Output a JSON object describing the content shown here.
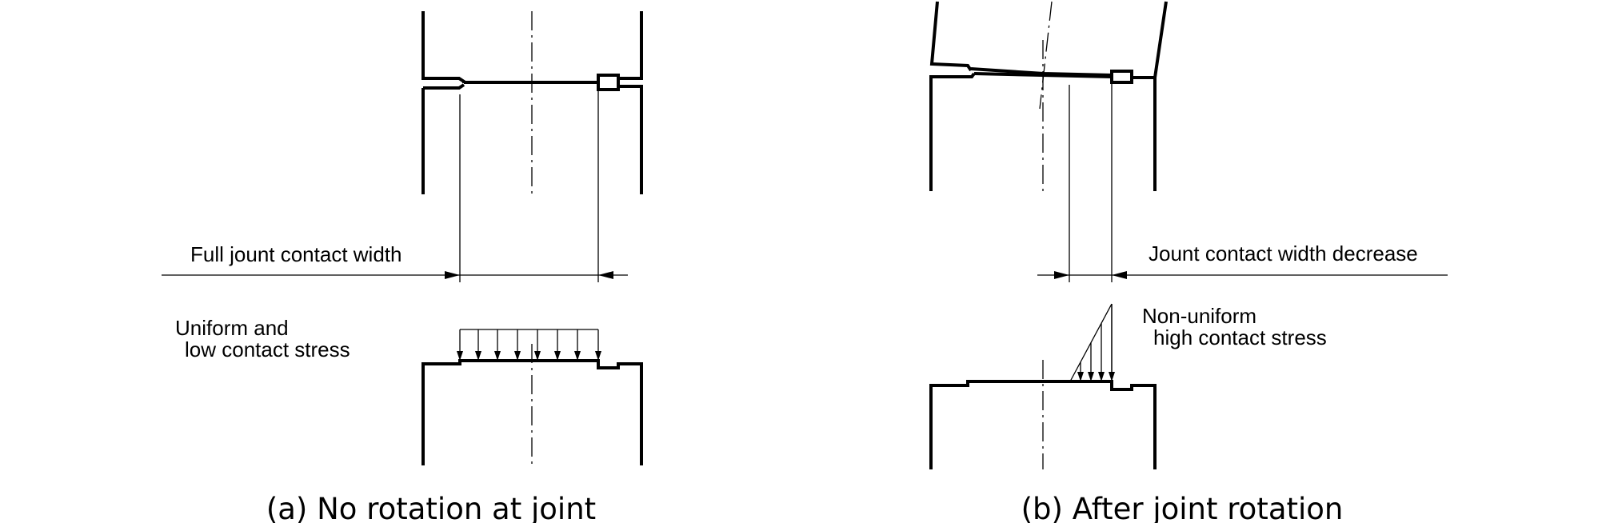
{
  "panel_a": {
    "width_label": "Full jount contact width",
    "stress_label_line1": "Uniform and",
    "stress_label_line2": "low contact stress",
    "caption": "(a) No rotation at joint"
  },
  "panel_b": {
    "width_label": "Jount contact width decrease",
    "stress_label_line1": "Non-uniform",
    "stress_label_line2": "high contact stress",
    "caption": "(b) After joint rotation"
  },
  "colors": {
    "ink": "#000000",
    "background": "#ffffff"
  }
}
